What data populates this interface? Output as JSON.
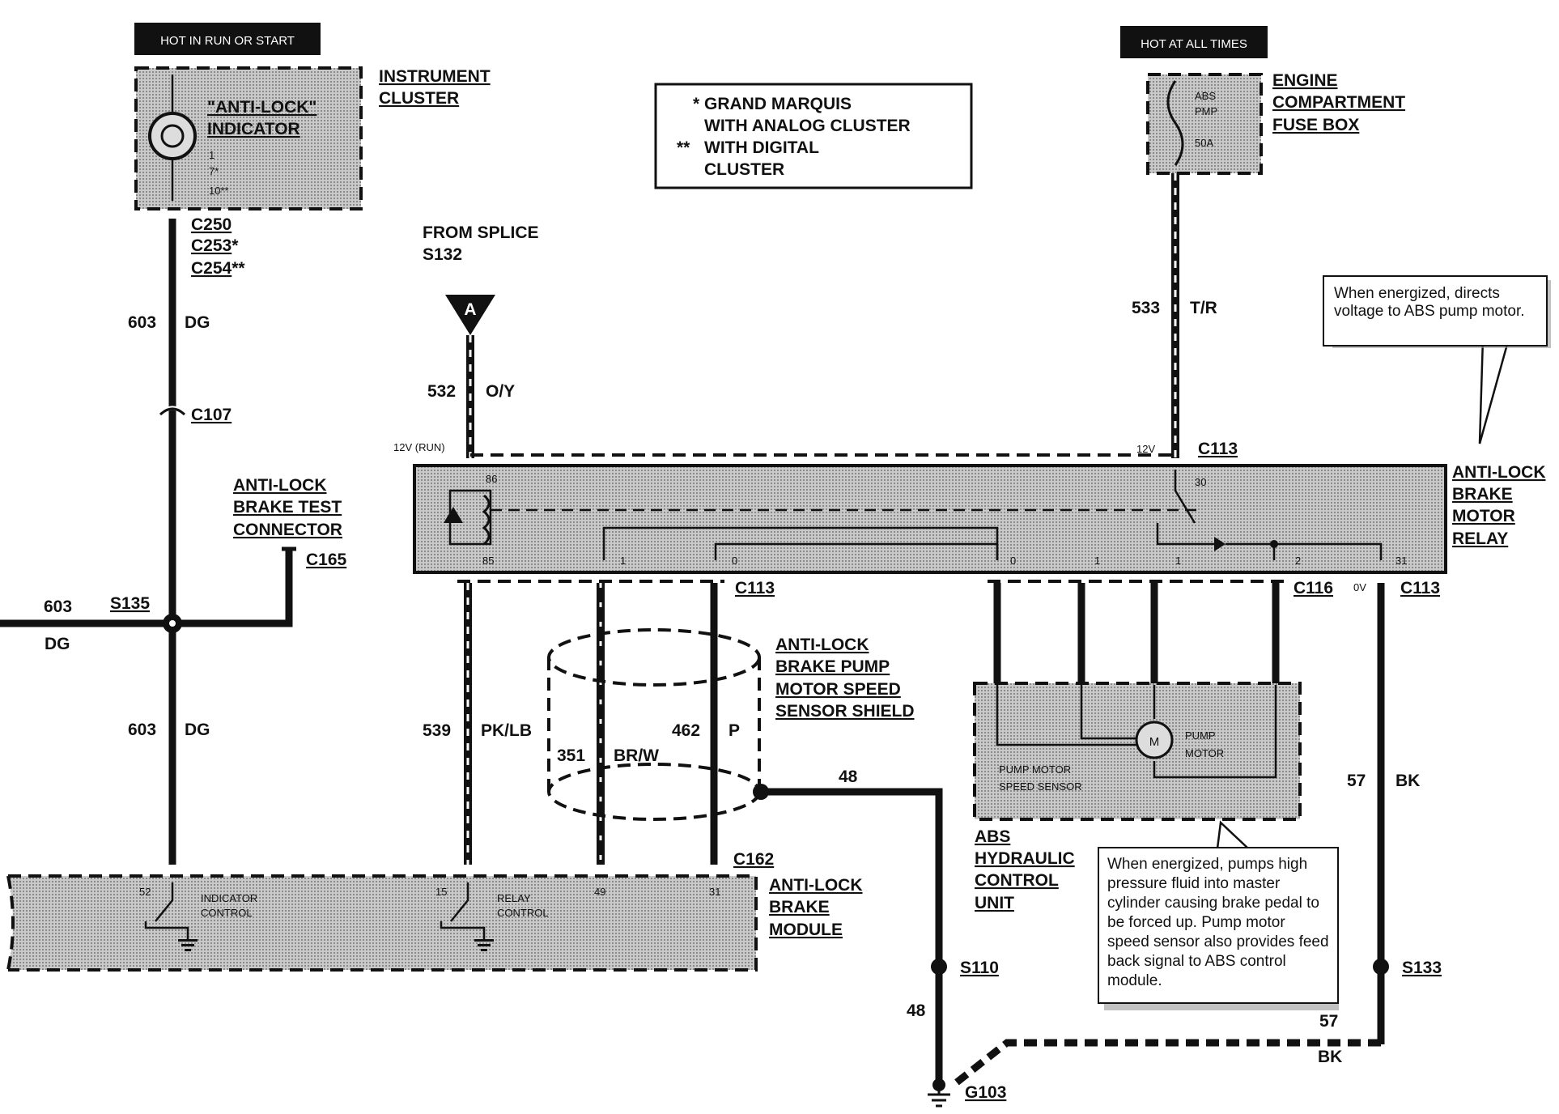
{
  "power": {
    "hot_run_start": "HOT IN RUN OR START",
    "hot_all_times": "HOT AT ALL TIMES"
  },
  "instrument_cluster": {
    "title_1": "INSTRUMENT",
    "title_2": "CLUSTER",
    "indicator_1": "\"ANTI-LOCK\"",
    "indicator_2": "INDICATOR",
    "pin_1": "1",
    "pin_2": "7*",
    "pin_3": "10**",
    "conn_1": "C250",
    "conn_2": "C253",
    "conn_2_mark": "*",
    "conn_3": "C254",
    "conn_3_mark": "**"
  },
  "note": {
    "l1_mark": "*",
    "l1": "GRAND MARQUIS",
    "l2": "WITH ANALOG CLUSTER",
    "l3_mark": "**",
    "l3": "WITH DIGITAL",
    "l4": "CLUSTER"
  },
  "fuse_box": {
    "title_1": "ENGINE",
    "title_2": "COMPARTMENT",
    "title_3": "FUSE BOX",
    "fuse_1": "ABS",
    "fuse_2": "PMP",
    "fuse_3": "50A"
  },
  "splice": {
    "from_1": "FROM SPLICE",
    "from_2": "S132",
    "ref": "A"
  },
  "wires": {
    "w603": "603",
    "dg": "DG",
    "w532": "532",
    "oy": "O/Y",
    "w533": "533",
    "tr": "T/R",
    "w539": "539",
    "pklb": "PK/LB",
    "w351": "351",
    "brw": "BR/W",
    "w462": "462",
    "p": "P",
    "w48": "48",
    "w57": "57",
    "bk": "BK"
  },
  "connectors": {
    "c107": "C107",
    "c165": "C165",
    "s135": "S135",
    "c113": "C113",
    "c116": "C116",
    "c162": "C162",
    "s110": "S110",
    "s133": "S133",
    "g103": "G103"
  },
  "test_connector": {
    "l1": "ANTI-LOCK",
    "l2": "BRAKE TEST",
    "l3": "CONNECTOR"
  },
  "relay": {
    "run_label": "12V (RUN)",
    "v12": "12V",
    "v0": "0V",
    "title_1": "ANTI-LOCK",
    "title_2": "BRAKE",
    "title_3": "MOTOR",
    "title_4": "RELAY",
    "p86": "86",
    "p85": "85",
    "p30": "30",
    "p1a": "1",
    "p0a": "0",
    "p0b": "0",
    "p1b": "1",
    "p1c": "1",
    "p2": "2",
    "p31": "31",
    "callout": "When energized, directs voltage to ABS pump motor."
  },
  "shield": {
    "l1": "ANTI-LOCK",
    "l2": "BRAKE PUMP",
    "l3": "MOTOR SPEED",
    "l4": "SENSOR SHIELD"
  },
  "hcu": {
    "pump_1": "PUMP",
    "pump_2": "MOTOR",
    "motor": "M",
    "sensor_1": "PUMP MOTOR",
    "sensor_2": "SPEED SENSOR",
    "title_1": "ABS",
    "title_2": "HYDRAULIC",
    "title_3": "CONTROL",
    "title_4": "UNIT",
    "callout": "When energized, pumps high pressure fluid into master cylinder causing brake pedal to be forced up. Pump motor speed sensor also provides feed back signal to ABS control module."
  },
  "module": {
    "title_1": "ANTI-LOCK",
    "title_2": "BRAKE",
    "title_3": "MODULE",
    "p52": "52",
    "p15": "15",
    "p49": "49",
    "p31": "31",
    "ind_1": "INDICATOR",
    "ind_2": "CONTROL",
    "rel_1": "RELAY",
    "rel_2": "CONTROL"
  }
}
